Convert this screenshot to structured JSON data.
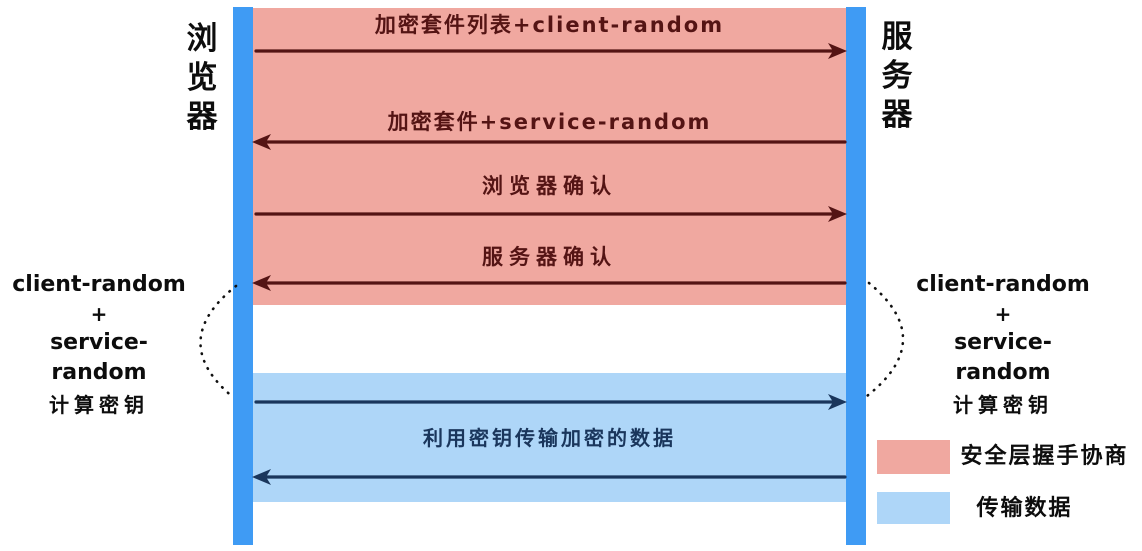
{
  "actors": {
    "left": "浏览器",
    "right": "服务器"
  },
  "handshake": {
    "msg1": "加密套件列表+client-random",
    "msg2": "加密套件+service-random",
    "msg3": "浏览器确认",
    "msg4": "服务器确认"
  },
  "transfer": {
    "msg": "利用密钥传输加密的数据"
  },
  "key_note": {
    "line1": "client-random",
    "line2": "+",
    "line3": "service-random",
    "line4": "计算密钥"
  },
  "legend": {
    "handshake_label": "安全层握手协商",
    "transfer_label": "传输数据"
  },
  "colors": {
    "lifeline_blue": "#3f9bf4",
    "handshake_fill": "#f0a8a0",
    "transfer_fill": "#aed6f8",
    "handshake_arrow": "#541414",
    "transfer_arrow": "#1a365c"
  }
}
